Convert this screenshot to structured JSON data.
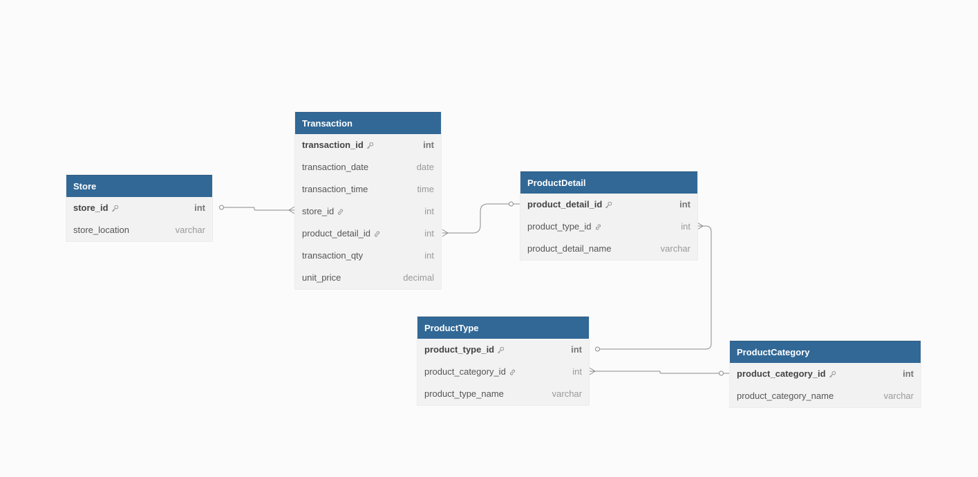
{
  "tables": {
    "store": {
      "title": "Store",
      "rows": [
        {
          "name": "store_id",
          "type": "int",
          "icon": "key-icon"
        },
        {
          "name": "store_location",
          "type": "varchar"
        }
      ]
    },
    "transaction": {
      "title": "Transaction",
      "rows": [
        {
          "name": "transaction_id",
          "type": "int",
          "icon": "key-icon"
        },
        {
          "name": "transaction_date",
          "type": "date"
        },
        {
          "name": "transaction_time",
          "type": "time"
        },
        {
          "name": "store_id",
          "type": "int",
          "icon": "link-icon"
        },
        {
          "name": "product_detail_id",
          "type": "int",
          "icon": "link-icon"
        },
        {
          "name": "transaction_qty",
          "type": "int"
        },
        {
          "name": "unit_price",
          "type": "decimal"
        }
      ]
    },
    "productdetail": {
      "title": "ProductDetail",
      "rows": [
        {
          "name": "product_detail_id",
          "type": "int",
          "icon": "key-icon"
        },
        {
          "name": "product_type_id",
          "type": "int",
          "icon": "link-icon"
        },
        {
          "name": "product_detail_name",
          "type": "varchar"
        }
      ]
    },
    "producttype": {
      "title": "ProductType",
      "rows": [
        {
          "name": "product_type_id",
          "type": "int",
          "icon": "key-icon"
        },
        {
          "name": "product_category_id",
          "type": "int",
          "icon": "link-icon"
        },
        {
          "name": "product_type_name",
          "type": "varchar"
        }
      ]
    },
    "productcategory": {
      "title": "ProductCategory",
      "rows": [
        {
          "name": "product_category_id",
          "type": "int",
          "icon": "key-icon"
        },
        {
          "name": "product_category_name",
          "type": "varchar"
        }
      ]
    }
  },
  "colors": {
    "header": "#316896",
    "body": "#f2f2f2",
    "connector": "#8a8a8a"
  }
}
